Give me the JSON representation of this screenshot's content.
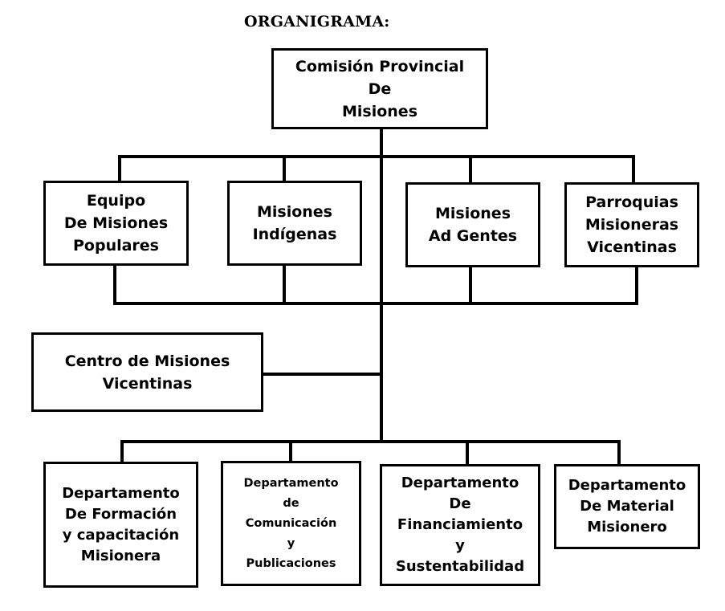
{
  "title": "ORGANIGRAMA:",
  "nodes": {
    "commission": "Comisión Provincial\nDe\nMisiones",
    "popular_missions": "Equipo\nDe Misiones\nPopulares",
    "indigenous_missions": "Misiones\nIndígenas",
    "ad_gentes": "Misiones\nAd Gentes",
    "vincentian_parishes": "Parroquias\nMisioneras\nVicentinas",
    "vincentian_center": "Centro de Misiones\nVicentinas",
    "training_dept": "Departamento\nDe Formación\ny capacitación\nMisionera",
    "communication_dept": "Departamento\nde\nComunicación\ny\nPublicaciones",
    "finance_dept": "Departamento\nDe\nFinanciamiento\ny\nSustentabilidad",
    "material_dept": "Departamento\nDe Material\nMisionero"
  }
}
